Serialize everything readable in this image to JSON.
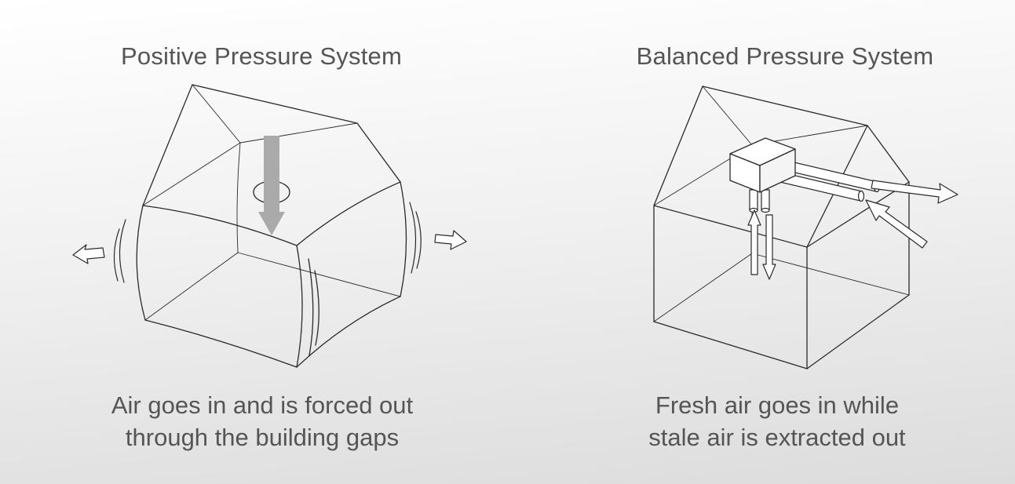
{
  "panels": [
    {
      "title": "Positive Pressure System",
      "caption_line1": "Air goes in and is forced out",
      "caption_line2": "through the building gaps"
    },
    {
      "title": "Balanced Pressure System",
      "caption_line1": "Fresh air goes in while",
      "caption_line2": "stale air is extracted out"
    }
  ],
  "colors": {
    "text": "#555555",
    "line": "#2a2a2a",
    "arrow_fill_gray": "#aaaaaa",
    "arrow_fill_white": "#ffffff"
  }
}
